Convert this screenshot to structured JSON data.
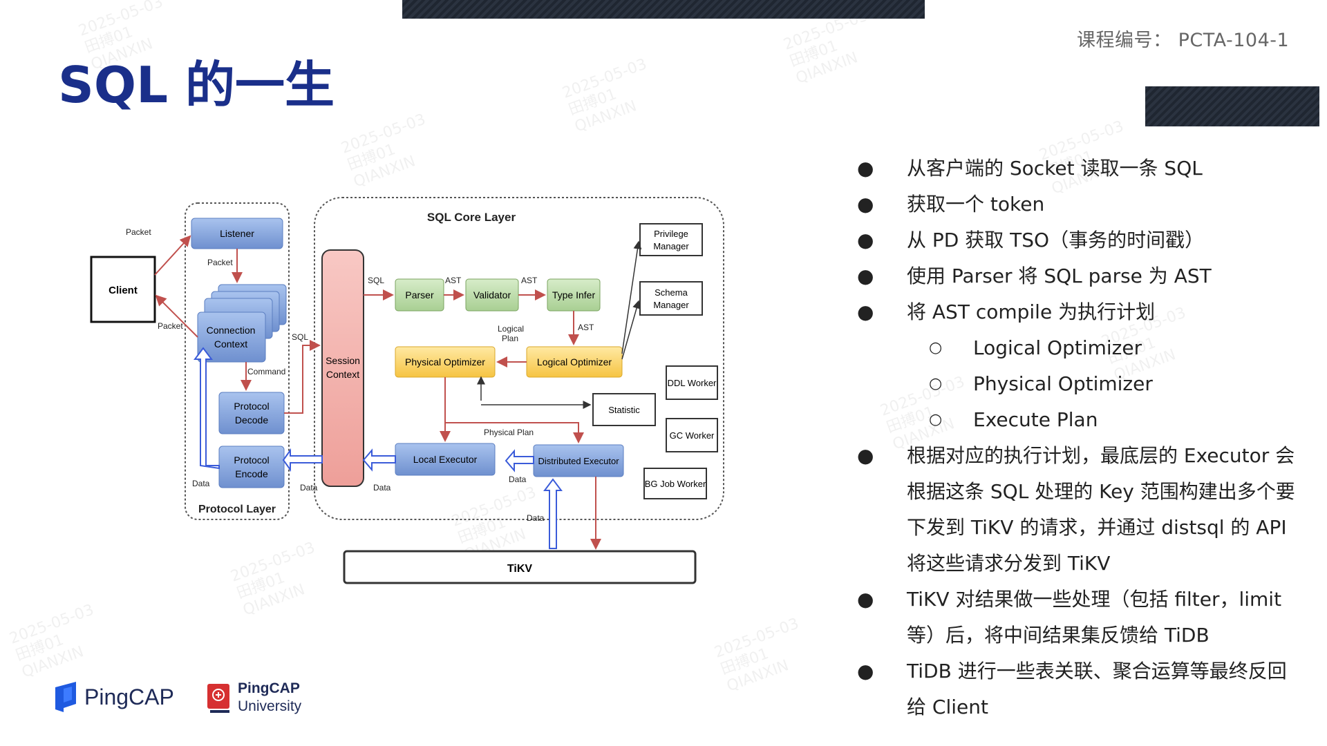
{
  "course_label": "课程编号：  PCTA-104-1",
  "title": "SQL 的一生",
  "bullets": [
    {
      "text": "从客户端的 Socket 读取一条 SQL",
      "level": 1
    },
    {
      "text": "获取一个 token",
      "level": 1
    },
    {
      "text": "从 PD 获取 TSO（事务的时间戳）",
      "level": 1
    },
    {
      "text": "使用 Parser 将 SQL parse 为 AST",
      "level": 1
    },
    {
      "text": "将 AST compile 为执行计划",
      "level": 1
    },
    {
      "text": "Logical Optimizer",
      "level": 2
    },
    {
      "text": "Physical Optimizer",
      "level": 2
    },
    {
      "text": "Execute Plan",
      "level": 2
    },
    {
      "text": "根据对应的执行计划，最底层的 Executor 会",
      "level": 1
    },
    {
      "text": "根据这条 SQL 处理的 Key 范围构建出多个要",
      "level": 0
    },
    {
      "text": "下发到 TiKV 的请求，并通过 distsql 的 API",
      "level": 0
    },
    {
      "text": "将这些请求分发到 TiKV",
      "level": 0
    },
    {
      "text": "TiKV 对结果做一些处理（包括 filter，limit",
      "level": 1
    },
    {
      "text": "等）后，将中间结果集反馈给 TiDB",
      "level": 0
    },
    {
      "text": "TiDB 进行一些表关联、聚合运算等最终反回",
      "level": 1
    },
    {
      "text": "给 Client",
      "level": 0
    }
  ],
  "bullet_symbol": "●",
  "sub_bullet_symbol": "○",
  "diagram": {
    "client": "Client",
    "listener": "Listener",
    "connection_context": [
      "Connection",
      "Context"
    ],
    "protocol_decode": [
      "Protocol",
      "Decode"
    ],
    "protocol_encode": [
      "Protocol",
      "Encode"
    ],
    "protocol_layer": "Protocol Layer",
    "session_context": [
      "Session",
      "Context"
    ],
    "sql_core_layer": "SQL Core Layer",
    "parser": "Parser",
    "validator": "Validator",
    "type_infer": "Type Infer",
    "privilege_manager": [
      "Privilege",
      "Manager"
    ],
    "schema_manager": [
      "Schema",
      "Manager"
    ],
    "physical_optimizer": "Physical Optimizer",
    "logical_optimizer": "Logical Optimizer",
    "ddl_worker": "DDL Worker",
    "statistic": "Statistic",
    "gc_worker": "GC Worker",
    "local_executor": "Local Executor",
    "distributed_executor": "Distributed Executor",
    "bg_job_worker": "BG Job Worker",
    "tikv": "TiKV",
    "labels": {
      "packet_top": "Packet",
      "packet_mid": "Packet",
      "packet_bottom": "Packet",
      "sql_left": "SQL",
      "sql_top": "SQL",
      "ast1": "AST",
      "ast2": "AST",
      "ast3": "AST",
      "command": "Command",
      "logical_plan": [
        "Logical",
        "Plan"
      ],
      "physical_plan": "Physical Plan",
      "data1": "Data",
      "data2": "Data",
      "data3": "Data",
      "data4": "Data",
      "data5": "Data"
    }
  },
  "logos": {
    "pingcap": "PingCAP",
    "univ_line1": "PingCAP",
    "univ_line2": "University"
  },
  "watermark": [
    "2025-05-03",
    "田搏01",
    "QIANXIN"
  ],
  "colors": {
    "title": "#1a2f8a",
    "listener_blue": "#86a8e0",
    "session_pink": "#f4b5b0",
    "parser_green": "#bfdcae",
    "optimizer_yellow": "#fcd97a",
    "arrow_red": "#c0504d",
    "arrow_blue": "#3a5bd9"
  }
}
